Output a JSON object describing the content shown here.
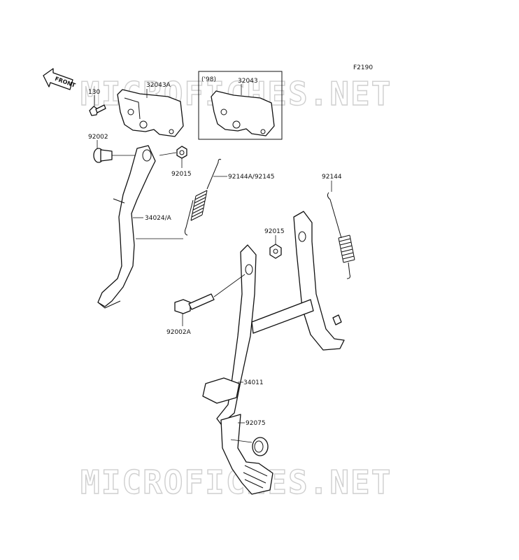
{
  "diagram_code": "F2190",
  "watermark": "MICROFICHES.NET",
  "front_arrow_label": "FRONT",
  "inset_label": "('98)",
  "parts": {
    "p130": "130",
    "p32043A": "32043A",
    "p32043": "32043",
    "p92002": "92002",
    "p92015a": "92015",
    "p92144A": "92144A/92145",
    "p92144": "92144",
    "p34024": "34024/A",
    "p92015b": "92015",
    "p92002A": "92002A",
    "p34011": "34011",
    "p92075": "92075"
  }
}
